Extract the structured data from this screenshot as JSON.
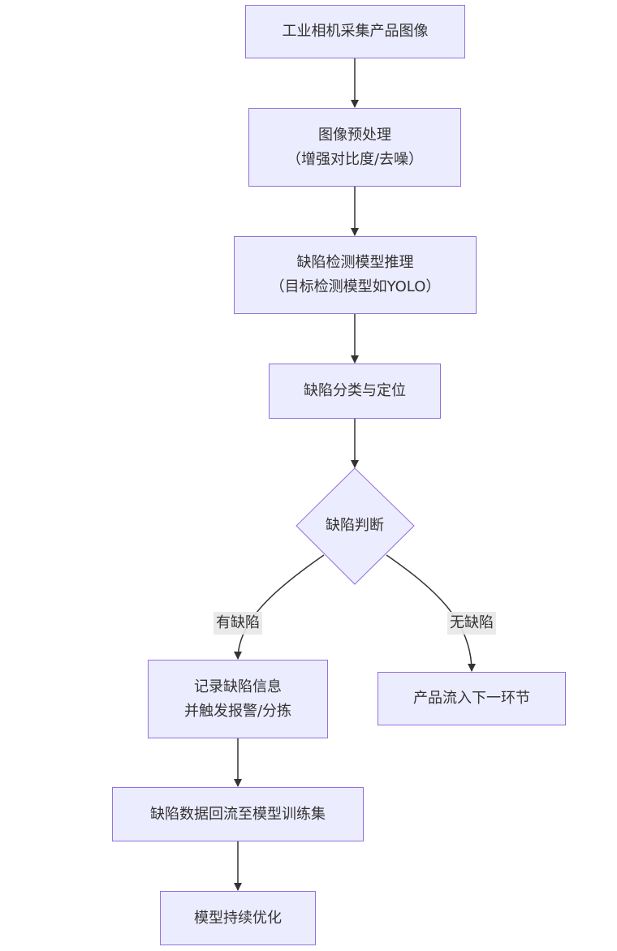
{
  "nodes": {
    "capture": {
      "lines": [
        "工业相机采集产品图像"
      ]
    },
    "preprocess": {
      "lines": [
        "图像预处理",
        "（增强对比度/去噪）"
      ]
    },
    "inference": {
      "lines": [
        "缺陷检测模型推理",
        "（目标检测模型如YOLO）"
      ]
    },
    "classify": {
      "lines": [
        "缺陷分类与定位"
      ]
    },
    "decision": {
      "label": "缺陷判断"
    },
    "record": {
      "lines": [
        "记录缺陷信息",
        "并触发报警/分拣"
      ]
    },
    "pass": {
      "lines": [
        "产品流入下一环节"
      ]
    },
    "feedback": {
      "lines": [
        "缺陷数据回流至模型训练集"
      ]
    },
    "optimize": {
      "lines": [
        "模型持续优化"
      ]
    }
  },
  "edge_labels": {
    "has_defect": "有缺陷",
    "no_defect": "无缺陷"
  },
  "colors": {
    "node_fill": "#ececff",
    "node_border": "#9370db",
    "edge": "#333333",
    "edge_label_bg": "#e8e8e8"
  }
}
